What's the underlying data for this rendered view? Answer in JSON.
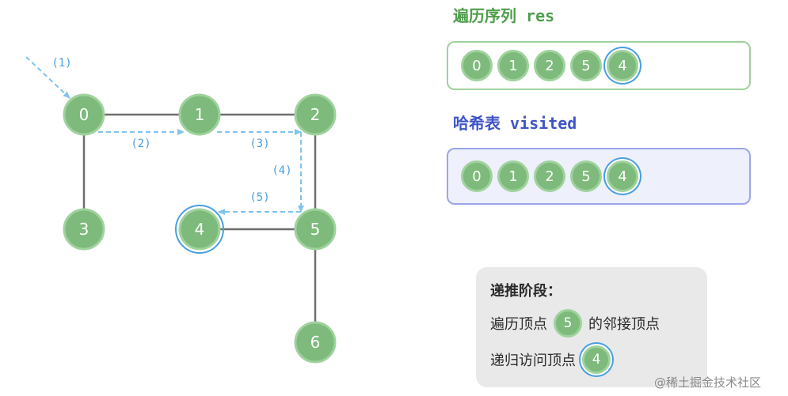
{
  "graph": {
    "nodes": [
      {
        "id": "0",
        "label": "0",
        "highlight": false
      },
      {
        "id": "1",
        "label": "1",
        "highlight": false
      },
      {
        "id": "2",
        "label": "2",
        "highlight": false
      },
      {
        "id": "3",
        "label": "3",
        "highlight": false
      },
      {
        "id": "4",
        "label": "4",
        "highlight": true
      },
      {
        "id": "5",
        "label": "5",
        "highlight": false
      },
      {
        "id": "6",
        "label": "6",
        "highlight": false
      }
    ],
    "edges": [
      [
        "0",
        "1"
      ],
      [
        "1",
        "2"
      ],
      [
        "0",
        "3"
      ],
      [
        "2",
        "5"
      ],
      [
        "4",
        "5"
      ],
      [
        "5",
        "6"
      ]
    ],
    "steps": [
      {
        "label": "(1)",
        "from": "start",
        "to": "0"
      },
      {
        "label": "(2)",
        "from": "0",
        "to": "1"
      },
      {
        "label": "(3)",
        "from": "1",
        "to": "2"
      },
      {
        "label": "(4)",
        "from": "2",
        "to": "5"
      },
      {
        "label": "(5)",
        "from": "5",
        "to": "4"
      }
    ]
  },
  "res": {
    "title": "遍历序列 res",
    "values": [
      "0",
      "1",
      "2",
      "5",
      "4"
    ],
    "highlight_index": 4
  },
  "visited": {
    "title": "哈希表 visited",
    "values": [
      "0",
      "1",
      "2",
      "5",
      "4"
    ],
    "highlight_index": 4
  },
  "step_card": {
    "title": "递推阶段：",
    "row1_prefix": "遍历顶点",
    "row1_node": "5",
    "row1_suffix": "的邻接顶点",
    "row2_prefix": "递归访问顶点",
    "row2_node": "4"
  },
  "watermark": "@稀土掘金技术社区",
  "colors": {
    "node_fill": "#7dba7b",
    "node_stroke": "#9fd29d",
    "highlight_ring": "#4a9fe0",
    "step_arrow": "#7fc4ee",
    "res_title": "#4f9e4c",
    "visited_title": "#3f54c7"
  }
}
